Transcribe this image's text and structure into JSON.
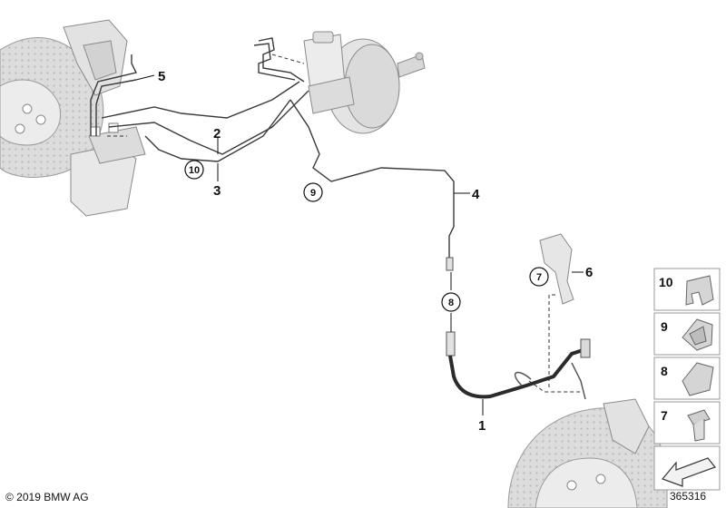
{
  "footer": {
    "copyright": "© 2019 BMW AG",
    "diagram_number": "365316"
  },
  "callouts": {
    "c1": "1",
    "c2": "2",
    "c3": "3",
    "c4": "4",
    "c5": "5",
    "c6": "6",
    "c7": "7",
    "c8": "8",
    "c9": "9",
    "c10": "10"
  },
  "legend": {
    "p10": "10",
    "p9": "9",
    "p8": "8",
    "p7": "7"
  },
  "colors": {
    "line": "#3a3a3a",
    "part_fill": "#e6e6e6",
    "part_stroke": "#8c8c8c",
    "hose": "#2b2b2b"
  }
}
